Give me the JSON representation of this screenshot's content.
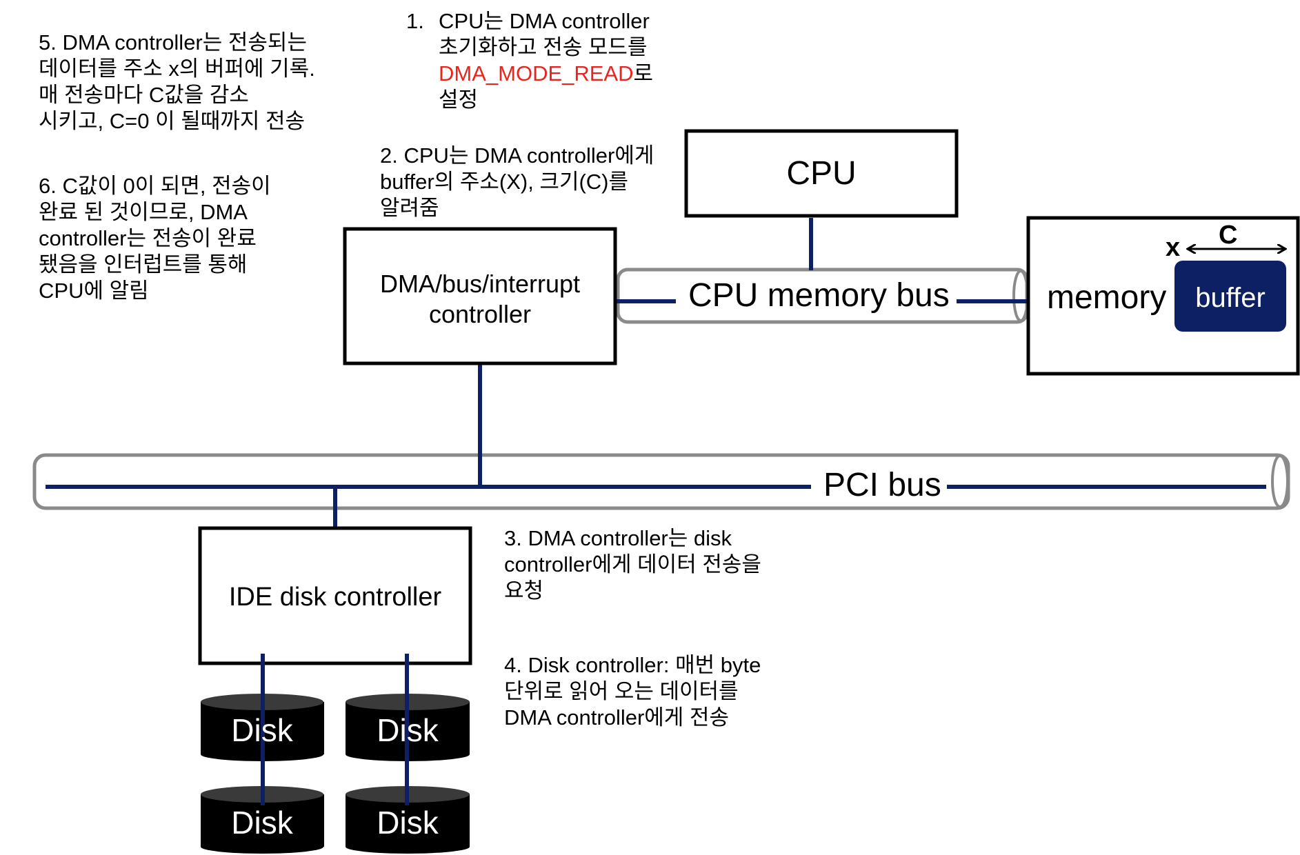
{
  "colors": {
    "bus_line": "#0c2063",
    "buffer_fill": "#0c2063",
    "tube_border": "#8a8a8a",
    "highlight": "#e8251c"
  },
  "steps": {
    "step1": {
      "number": "1.",
      "lines": [
        "CPU는 DMA controller",
        "초기화하고 전송 모드를"
      ],
      "highlight": "DMA_MODE_READ",
      "after_highlight": "로",
      "last_line": "설정"
    },
    "step2": {
      "lines": [
        "2. CPU는 DMA controller에게",
        "buffer의 주소(X), 크기(C)를",
        "알려줌"
      ]
    },
    "step3": {
      "lines": [
        "3. DMA controller는 disk",
        "controller에게 데이터 전송을",
        "요청"
      ]
    },
    "step4": {
      "lines": [
        "4. Disk controller: 매번 byte",
        "단위로 읽어 오는 데이터를",
        "DMA controller에게 전송"
      ]
    },
    "step5": {
      "lines": [
        "5. DMA controller는 전송되는",
        "데이터를 주소 x의 버퍼에 기록.",
        "매 전송마다 C값을 감소",
        "시키고, C=0 이 될때까지 전송"
      ]
    },
    "step6": {
      "lines": [
        "6. C값이 0이 되면, 전송이",
        "완료 된 것이므로, DMA",
        "controller는 전송이 완료",
        "됐음을 인터럽트를 통해",
        "CPU에 알림"
      ]
    }
  },
  "components": {
    "cpu": "CPU",
    "cpu_memory_bus": "CPU memory bus",
    "dma_controller": [
      "DMA/bus/interrupt",
      "controller"
    ],
    "memory": "memory",
    "buffer": "buffer",
    "buffer_address": "x",
    "buffer_size": "C",
    "pci_bus": "PCI bus",
    "ide_controller": "IDE disk controller",
    "disks": [
      "Disk",
      "Disk",
      "Disk",
      "Disk"
    ]
  }
}
